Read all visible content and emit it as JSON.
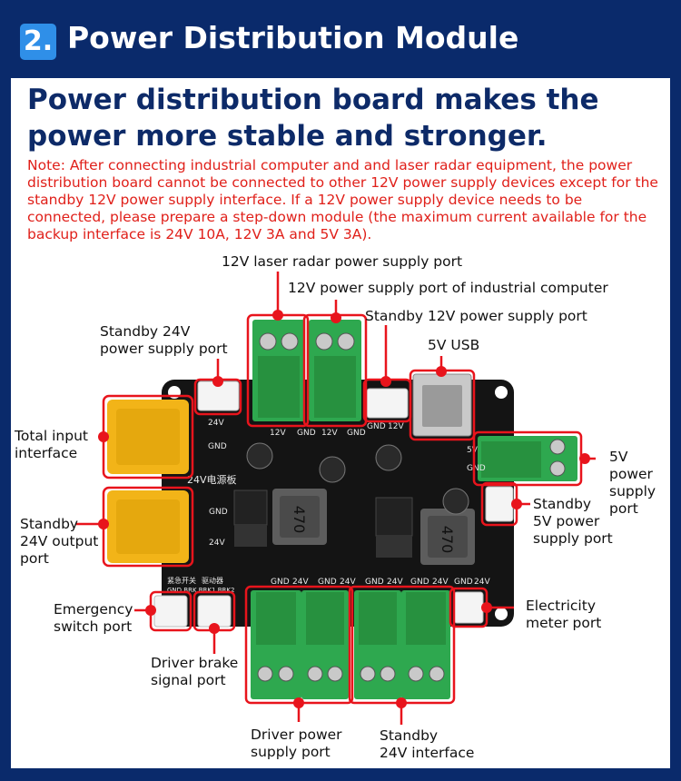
{
  "header": {
    "badge_number": "2.",
    "title": "Power Distribution Module"
  },
  "headline": "Power distribution board makes the power more stable and stronger.",
  "note": "Note: After connecting industrial computer and and laser radar equipment, the power distribution board cannot be connected to other 12V power supply devices except for the standby 12V power supply interface. If a 12V power supply device needs to be connected, please prepare a step-down module (the maximum current available for the backup interface is 24V 10A, 12V 3A and 5V 3A).",
  "labels": {
    "laser_radar": "12V laser radar power supply port",
    "industrial_pc": "12V power supply port of industrial computer",
    "standby_12v": "Standby 12V power supply port",
    "standby_24v_line1": "Standby 24V",
    "standby_24v_line2": "power supply port",
    "usb_5v": "5V USB",
    "total_input_line1": "Total input",
    "total_input_line2": "interface",
    "standby_24v_output_line1": "Standby",
    "standby_24v_output_line2": "24V output",
    "standby_24v_output_line3": "port",
    "power_5v_line1": "5V",
    "power_5v_line2": "power",
    "power_5v_line3": "supply",
    "power_5v_line4": "port",
    "standby_5v_line1": "Standby",
    "standby_5v_line2": "5V power",
    "standby_5v_line3": "supply port",
    "emergency_line1": "Emergency",
    "emergency_line2": "switch port",
    "driver_brake_line1": "Driver brake",
    "driver_brake_line2": "signal port",
    "electricity_line1": "Electricity",
    "electricity_line2": "meter port",
    "driver_power_line1": "Driver power",
    "driver_power_line2": "supply port",
    "standby_24v_interface_line1": "Standby",
    "standby_24v_interface_line2": "24V interface"
  },
  "board_silkscreen": {
    "board_name": "24V电源板",
    "top_12v_a": "12V",
    "top_gnd_a": "GND",
    "top_12v_b": "12V",
    "top_gnd_b": "GND",
    "usb_gnd": "GND",
    "usb_12v": "12V",
    "left_24v": "24V",
    "left_gnd": "GND",
    "mid_gnd": "GND",
    "mid_24v": "24V",
    "right_5v": "5V",
    "right_gnd": "GND",
    "inductor_a": "470",
    "inductor_b": "470",
    "bottom_row": [
      "GND",
      "24V",
      "GND",
      "24V",
      "GND",
      "24V",
      "GND",
      "24V",
      "GND",
      "24V"
    ],
    "emergency_header": "紧急开关",
    "driver_header": "驱动器",
    "pin_labels": "GND  BRK  BRK1 BRK2"
  },
  "colors": {
    "navy": "#0a2a6b",
    "badge_blue": "#2f8fe8",
    "headline_blue": "#0d2a68",
    "note_red": "#e0201a",
    "callout_red": "#e8141c",
    "terminal_green": "#2ea84f",
    "board_black": "#141414",
    "xt60_yellow": "#f2b418"
  }
}
